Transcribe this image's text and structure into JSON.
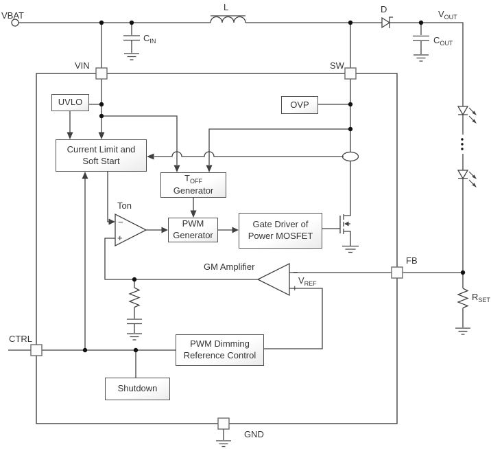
{
  "colors": {
    "line": "#404040",
    "text": "#333333",
    "box_fill": "#ffffff",
    "dot": "#111111"
  },
  "terminals": {
    "vbat": "VBAT",
    "inductor": "L",
    "diode": "D",
    "cin_main": "C",
    "cin_sub": "IN",
    "cout_main": "C",
    "cout_sub": "OUT",
    "vout_main": "V",
    "vout_sub": "OUT",
    "rset_main": "R",
    "rset_sub": "SET"
  },
  "pins": {
    "vin": "VIN",
    "sw": "SW",
    "fb": "FB",
    "ctrl": "CTRL",
    "gnd": "GND"
  },
  "blocks": {
    "uvlo": "UVLO",
    "ovp": "OVP",
    "current_limit_line1": "Current Limit and",
    "current_limit_line2": "Soft Start",
    "toff_main": "T",
    "toff_sub": "OFF",
    "toff_line2": "Generator",
    "pwm_line1": "PWM",
    "pwm_line2": "Generator",
    "gate_driver_line1": "Gate Driver of",
    "gate_driver_line2": "Power MOSFET",
    "pwm_dimming_line1": "PWM Dimming",
    "pwm_dimming_line2": "Reference Control",
    "shutdown": "Shutdown"
  },
  "annotations": {
    "ton": "Ton",
    "gm_amplifier": "GM Amplifier",
    "vref_main": "V",
    "vref_sub": "REF",
    "minus": "−",
    "plus": "+"
  }
}
